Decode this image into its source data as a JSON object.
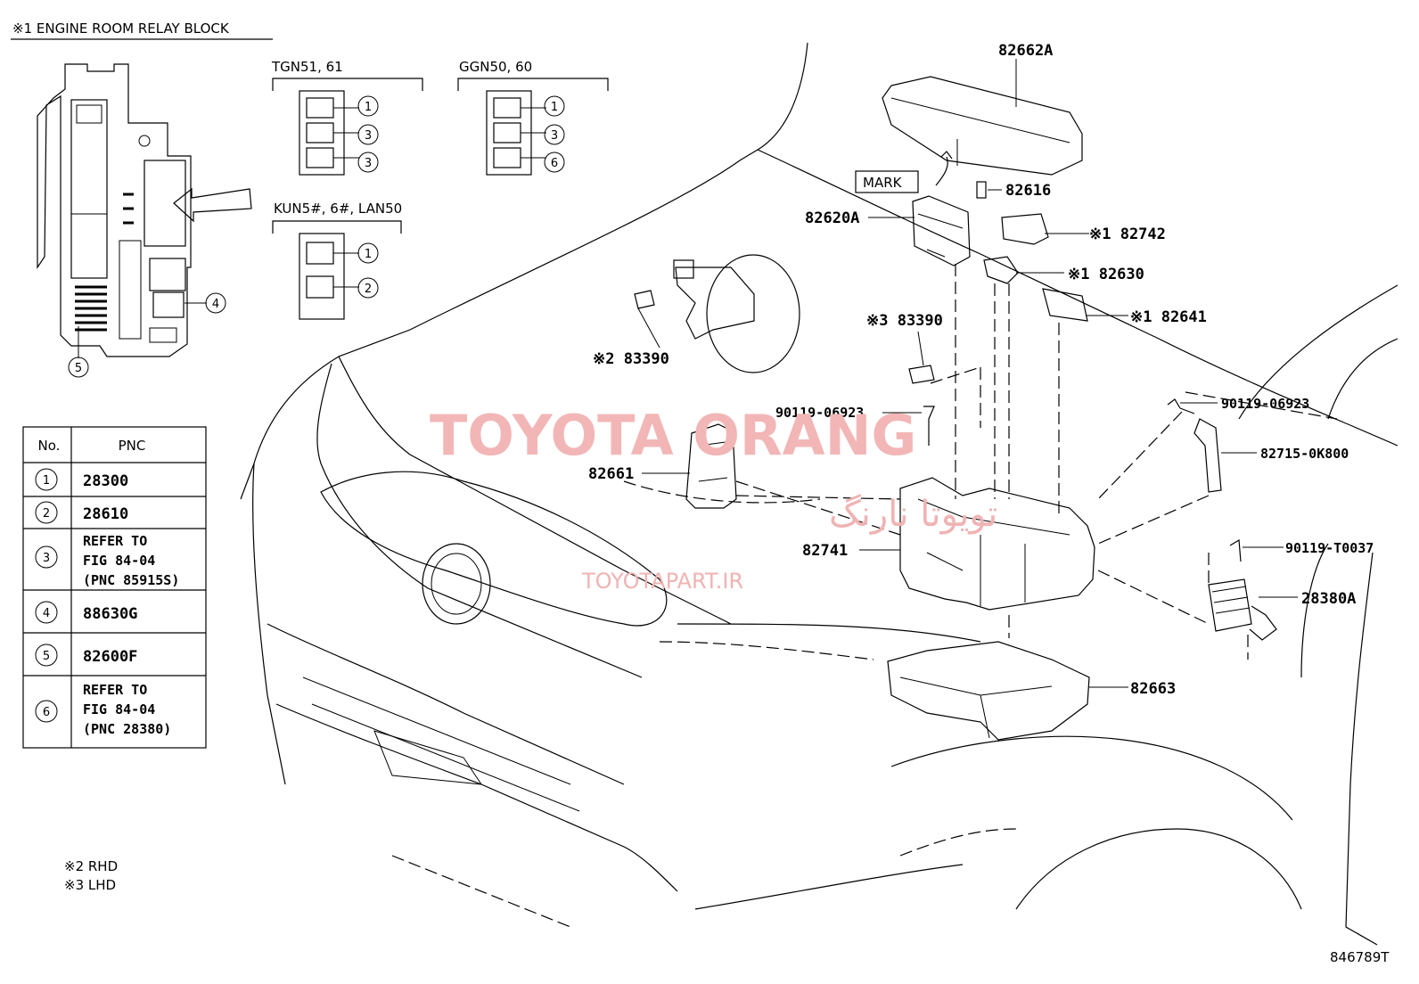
{
  "header": {
    "title": "※1 ENGINE ROOM RELAY BLOCK"
  },
  "variants": [
    {
      "label": "TGN51, 61",
      "circles": [
        "1",
        "3",
        "3"
      ]
    },
    {
      "label": "GGN50, 60",
      "circles": [
        "1",
        "3",
        "6"
      ]
    },
    {
      "label": "KUN5#, 6#, LAN50",
      "circles": [
        "1",
        "2"
      ]
    }
  ],
  "relay_block_callouts": [
    "4",
    "5"
  ],
  "table": {
    "headers": [
      "No.",
      "PNC"
    ],
    "rows": [
      {
        "no": "1",
        "pnc": [
          "28300"
        ]
      },
      {
        "no": "2",
        "pnc": [
          "28610"
        ]
      },
      {
        "no": "3",
        "pnc": [
          "REFER TO",
          "FIG 84-04",
          "(PNC 85915S)"
        ]
      },
      {
        "no": "4",
        "pnc": [
          "88630G"
        ]
      },
      {
        "no": "5",
        "pnc": [
          "82600F"
        ]
      },
      {
        "no": "6",
        "pnc": [
          "REFER TO",
          "FIG 84-04",
          "(PNC 28380)"
        ]
      }
    ]
  },
  "parts": {
    "p82662A": "82662A",
    "mark": "MARK",
    "p82616": "82616",
    "p82620A": "82620A",
    "p82742": "※1 82742",
    "p82630": "※1 82630",
    "p82641": "※1 82641",
    "p83390_lhd": "※3 83390",
    "p83390_rhd": "※2 83390",
    "p90119_06923_a": "90119-06923",
    "p90119_06923_b": "90119-06923",
    "p82715": "82715-0K800",
    "p82661": "82661",
    "p82741": "82741",
    "p90119_T0037": "90119-T0037",
    "p28380A": "28380A",
    "p82663": "82663"
  },
  "notes": [
    "※2 RHD",
    "※3 LHD"
  ],
  "figure_code": "846789T",
  "watermark": {
    "main": "TOYOTA ORANG",
    "persian": "تویوتا نارنگ",
    "url": "TOYOTAPART.IR",
    "color": "#f2b6b6"
  }
}
